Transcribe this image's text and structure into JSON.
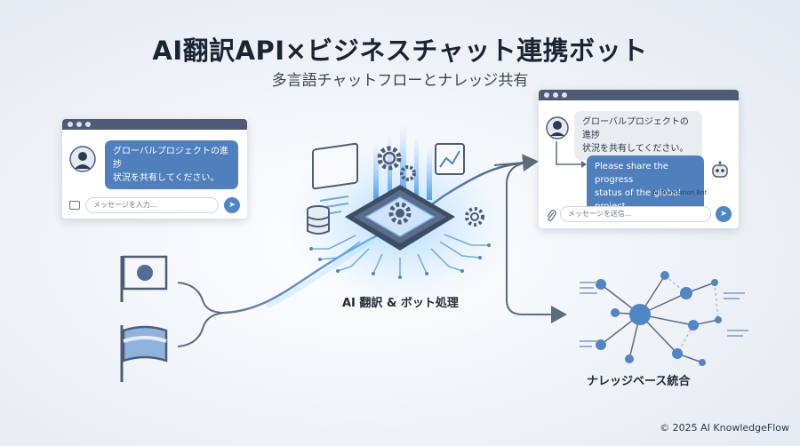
{
  "title": "AI翻訳API×ビジネスチャット連携ボット",
  "subtitle": "多言語チャットフローとナレッジ共有",
  "left_chat": {
    "message": "グローバルプロジェクトの進捗状況を共有してください。",
    "message_line1": "グローバルプロジェクトの進捗",
    "message_line2": "状況を共有してください。",
    "input_placeholder": "メッセージを入力...",
    "send_icon": "send-icon"
  },
  "right_chat": {
    "original_line1": "グローバルプロジェクトの進捗",
    "original_line2": "状況を共有してください。",
    "translated_line1": "Please share the progress",
    "translated_line2": "status of the global project.",
    "bot_label": "AI Translation Bot",
    "input_placeholder": "メッセージを送信...",
    "attach_icon": "paperclip-icon"
  },
  "center_label": "AI 翻訳 & ボット処理",
  "knowledge_label": "ナレッジベース統合",
  "copyright": "© 2025 AI KnowledgeFlow",
  "colors": {
    "accent": "#4f7fbd",
    "window_bar": "#4c5c77",
    "arrow": "#5b6b80",
    "glow": "#6fb6ff"
  }
}
